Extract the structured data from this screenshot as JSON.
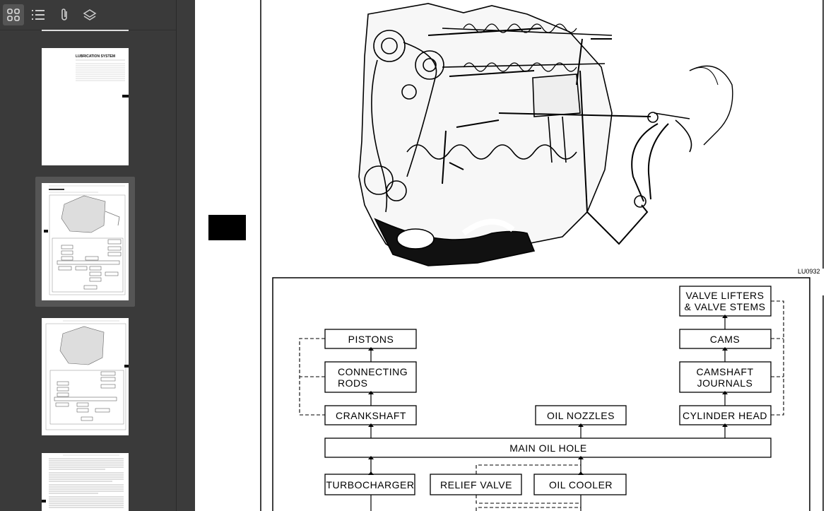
{
  "toolbar": {
    "buttons": [
      {
        "name": "thumbnails",
        "icon": "grid-icon",
        "active": true
      },
      {
        "name": "outline",
        "icon": "list-icon",
        "active": false
      },
      {
        "name": "attachments",
        "icon": "paperclip-icon",
        "active": false
      },
      {
        "name": "layers",
        "icon": "layers-icon",
        "active": false
      }
    ]
  },
  "thumbnails": {
    "pages": [
      {
        "title": "LUBRICATION SYSTEM",
        "selected": false
      },
      {
        "title": "",
        "selected": true
      },
      {
        "title": "",
        "selected": false
      },
      {
        "title": "",
        "selected": false
      }
    ]
  },
  "document": {
    "figure_code": "LU0932",
    "diagram": {
      "pistons": "PISTONS",
      "connecting_rods_1": "CONNECTING",
      "connecting_rods_2": "RODS",
      "crankshaft": "CRANKSHAFT",
      "oil_nozzles": "OIL NOZZLES",
      "cylinder_head": "CYLINDER HEAD",
      "camshaft_journals_1": "CAMSHAFT",
      "camshaft_journals_2": "JOURNALS",
      "cams": "CAMS",
      "valve_lifters_1": "VALVE LIFTERS",
      "valve_lifters_2": "& VALVE STEMS",
      "main_oil_hole": "MAIN OIL HOLE",
      "turbocharger": "TURBOCHARGER",
      "relief_valve": "RELIEF VALVE",
      "oil_cooler": "OIL COOLER"
    }
  }
}
